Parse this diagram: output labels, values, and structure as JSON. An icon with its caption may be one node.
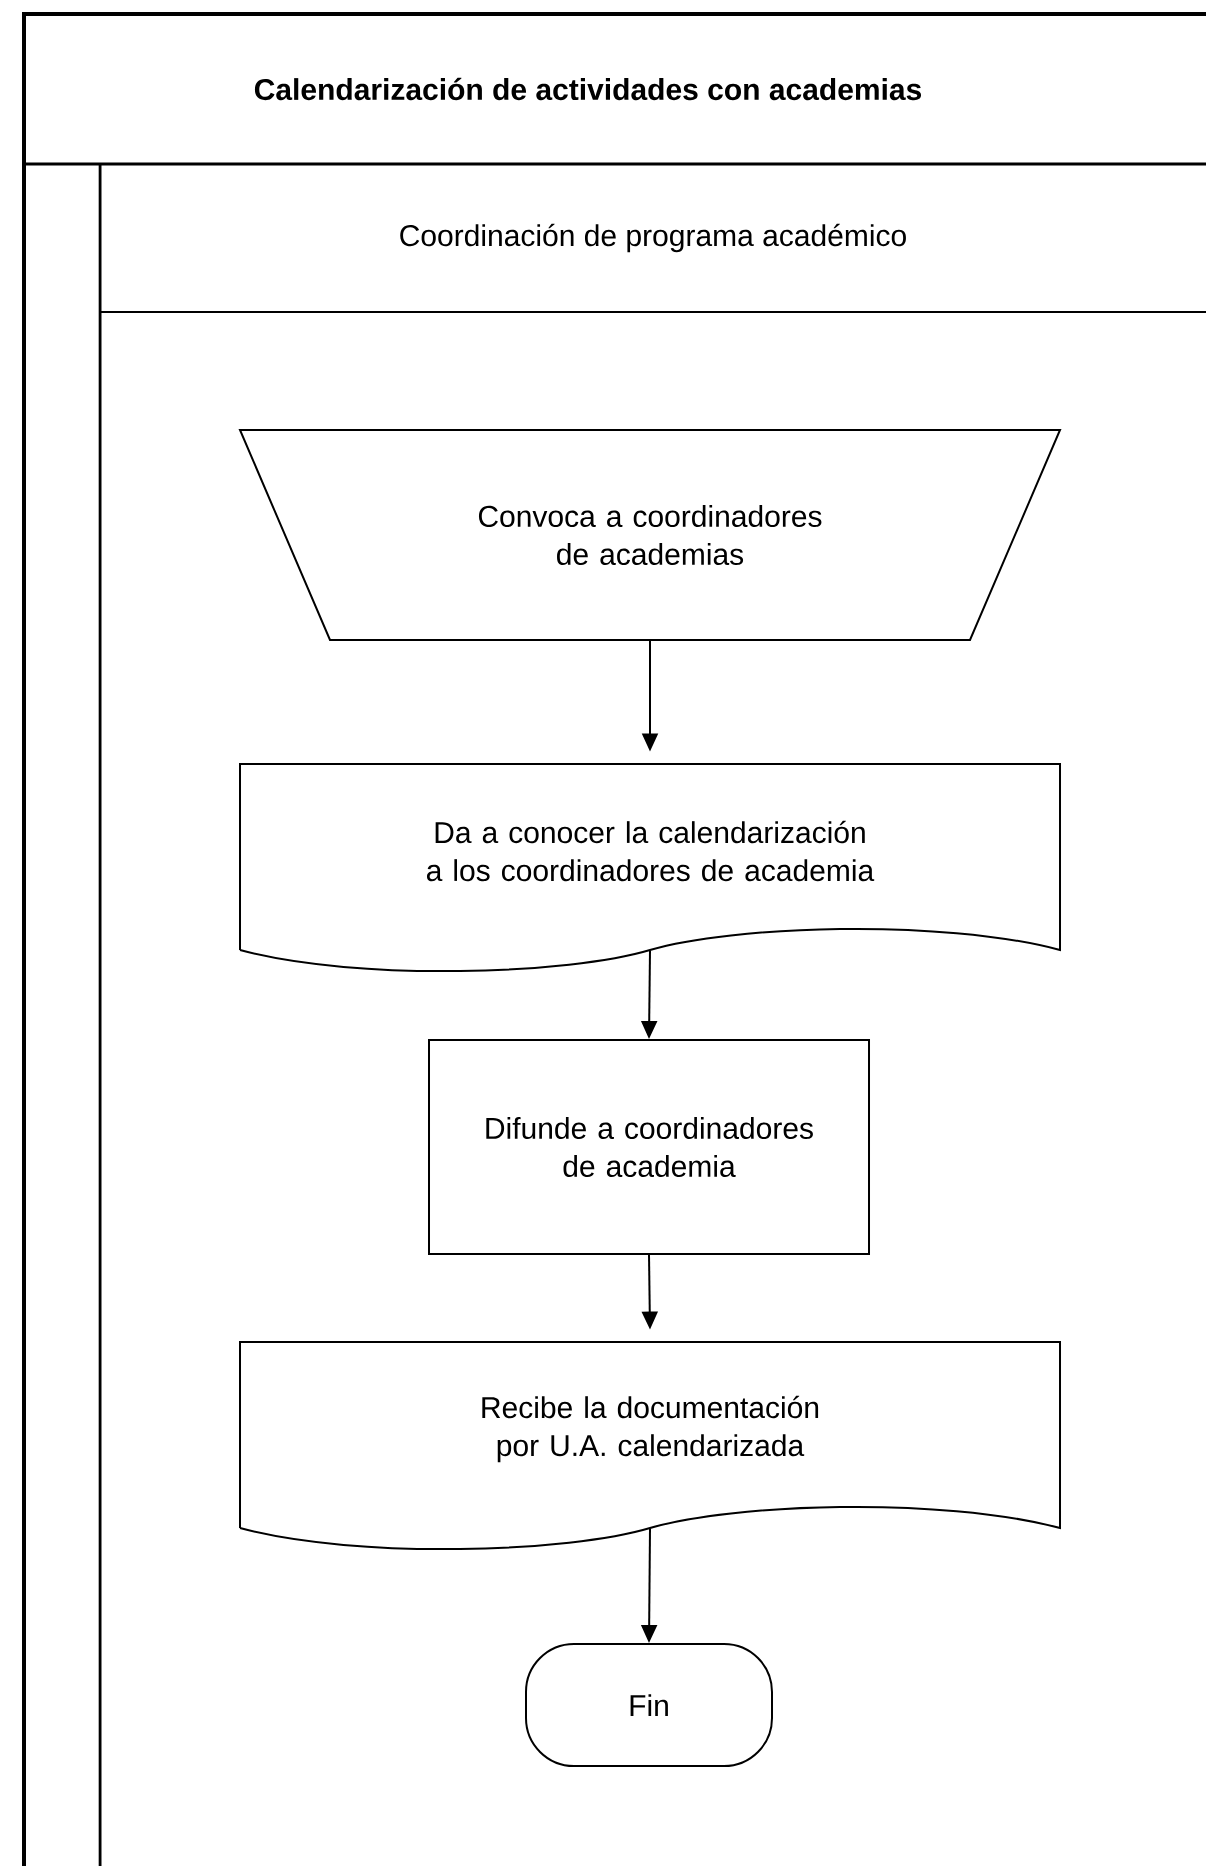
{
  "diagram": {
    "nodes": [
      {
        "text": [
          "Calendarización  de actividades con academias"
        ]
      },
      {
        "text": [
          "Coordinación de programa académico"
        ],
        "in": 0
      },
      {
        "text": [
          "Convoca a coordinadores de academias"
        ],
        "in": 1
      },
      {
        "text": [
          "Da a conocer la calendarización a los coordinadores de academia"
        ],
        "in": 1
      },
      {
        "text": [
          "Difunde a coordinadores de academia"
        ],
        "in": 1
      },
      {
        "text": [
          "Recibe la documentación por U.A. calendarizada"
        ],
        "in": 1
      },
      {
        "text": [
          "Fin"
        ],
        "in": 1
      }
    ],
    "edges": [
      {
        "from": 2,
        "to": 3,
        "arrow": "to"
      },
      {
        "from": 3,
        "to": 4,
        "arrow": "to"
      },
      {
        "from": 4,
        "to": 5,
        "arrow": "to"
      },
      {
        "from": 5,
        "to": 6,
        "arrow": "to"
      }
    ]
  }
}
